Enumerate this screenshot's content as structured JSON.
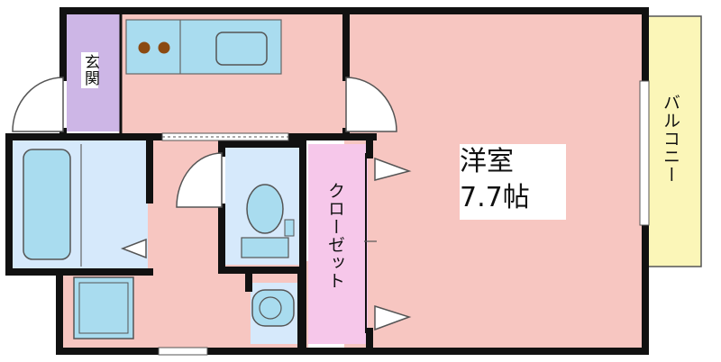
{
  "labels": {
    "genkan": "玄関",
    "closet": "クローゼット",
    "balcony": "バルコニー",
    "room_name": "洋室",
    "room_size": "7.7帖"
  },
  "colors": {
    "wall": "#111111",
    "room_floor": "#f7c6c1",
    "genkan_floor": "#cdb6e6",
    "closet_floor": "#f6c7ea",
    "balcony_floor": "#fbf6b8",
    "bath_floor": "#d6e9fb",
    "fixture": "#a9dcef",
    "stove_burner": "#8b4a12"
  }
}
